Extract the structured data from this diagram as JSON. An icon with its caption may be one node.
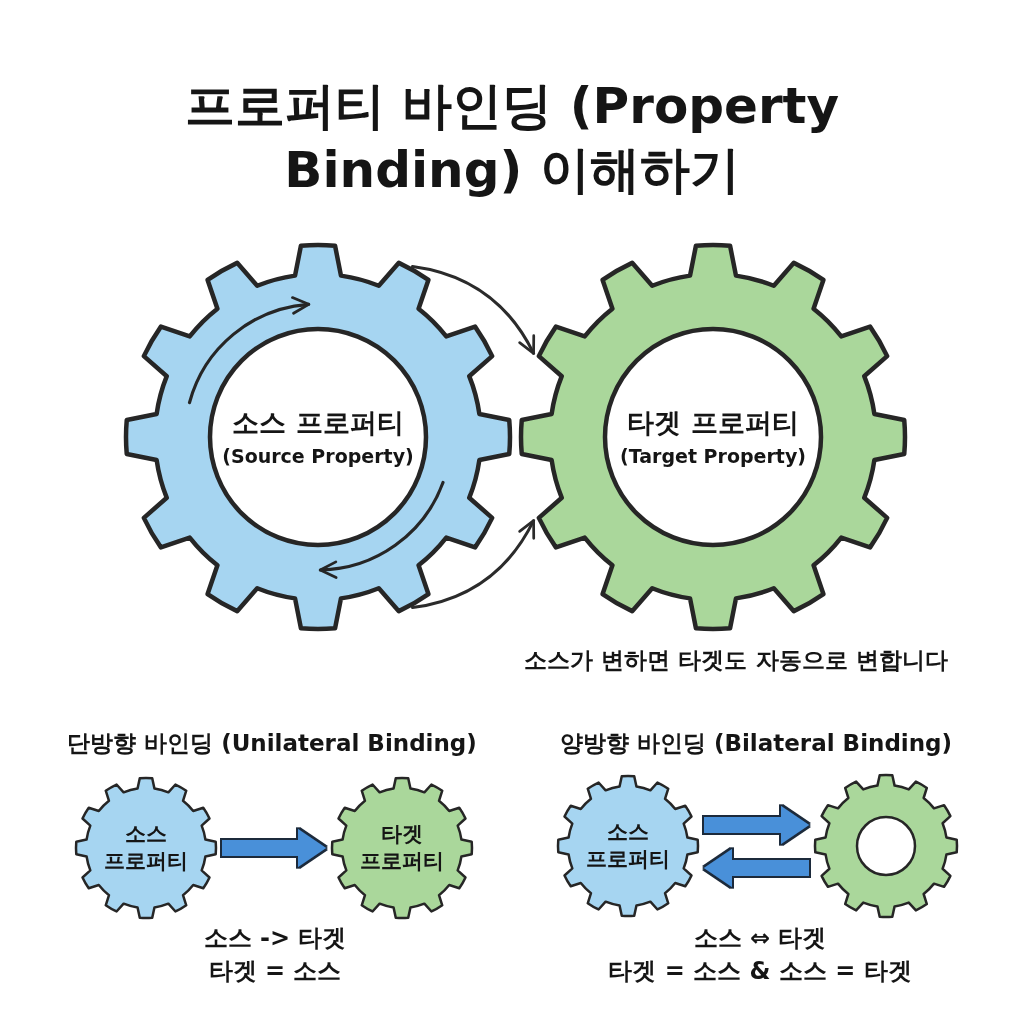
{
  "diagram": {
    "title": "프로퍼티 바인딩 (Property Binding) 이해하기",
    "nodes": [
      {
        "text": [
          "소스 프로퍼티",
          "(Source Property)"
        ]
      },
      {
        "text": [
          "타겟 프로퍼티",
          "(Target Property)"
        ]
      },
      {
        "text": [
          "소스 프로퍼티"
        ]
      },
      {
        "text": [
          "타겟 프로퍼티"
        ]
      },
      {
        "text": [
          "소스 프로퍼티"
        ]
      },
      {
        "text": [],
        "shape": "gear"
      }
    ],
    "edges": [
      {
        "from": 0,
        "to": 1,
        "arrow": "to",
        "color": "#2b2b2b"
      },
      {
        "from": 0,
        "to": 1,
        "arrow": "to",
        "color": "#2b2b2b"
      },
      {
        "from": 2,
        "to": 3,
        "arrow": "to",
        "color": "#4a90d9"
      },
      {
        "from": 4,
        "to": 5,
        "arrow": "to",
        "color": "#4a90d9"
      },
      {
        "from": 5,
        "to": 4,
        "arrow": "to",
        "color": "#4a90d9"
      }
    ],
    "labels": [
      "소스가 변하면 타겟도 자동으로 변합니다",
      "단방향 바인딩 (Unilateral Binding)",
      "소스 -> 타겟",
      "타겟 = 소스",
      "양방향 바인딩 (Bilateral Binding)",
      "소스 ⇔ 타겟",
      "타겟 = 소스 & 소스 = 타겟"
    ]
  }
}
